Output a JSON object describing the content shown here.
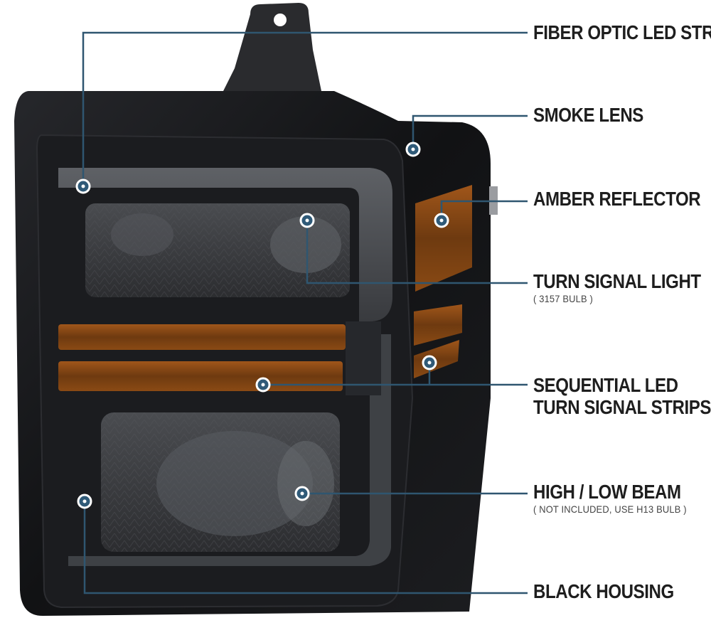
{
  "callouts": {
    "fiber_optic": {
      "title": "FIBER OPTIC LED STRIP"
    },
    "smoke_lens": {
      "title": "SMOKE LENS"
    },
    "amber_reflector": {
      "title": "AMBER REFLECTOR"
    },
    "turn_signal": {
      "title": "TURN SIGNAL LIGHT",
      "note": "( 3157  BULB )"
    },
    "sequential": {
      "title_line1": "SEQUENTIAL LED",
      "title_line2": "TURN SIGNAL STRIPS"
    },
    "beam": {
      "title": "HIGH / LOW BEAM",
      "note": "( NOT INCLUDED, USE  H13  BULB )"
    },
    "housing": {
      "title": "BLACK HOUSING"
    }
  },
  "colors": {
    "leader_line": "#2f5670",
    "marker_fill": "#2f5a78",
    "housing": "#141416",
    "lens_smoke": "#3a3c40",
    "amber": "#8a4a14"
  }
}
